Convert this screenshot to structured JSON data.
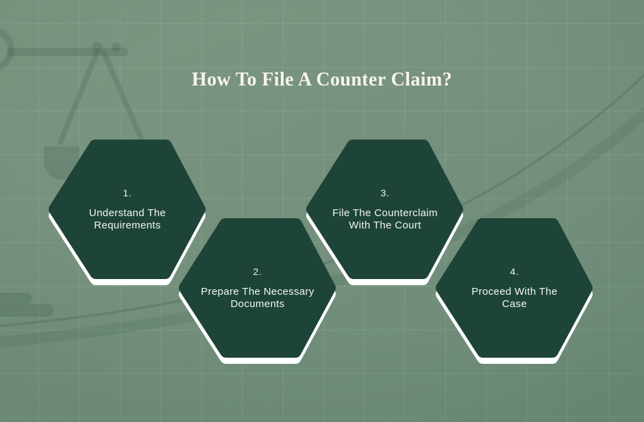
{
  "title": {
    "text": "How To File A Counter Claim?"
  },
  "steps": [
    {
      "number": "1.",
      "label": "Understand The Requirements",
      "lines": [
        "Understand The",
        "Requirements"
      ]
    },
    {
      "number": "2.",
      "label": "Prepare The Necessary Documents",
      "lines": [
        "Prepare The Necessary",
        "Documents"
      ]
    },
    {
      "number": "3.",
      "label": "File The Counterclaim With The Court",
      "lines": [
        "File The Counterclaim",
        "With The Court"
      ]
    },
    {
      "number": "4.",
      "label": "Proceed With The Case",
      "lines": [
        "Proceed With The",
        "Case"
      ]
    }
  ],
  "colors": {
    "background": "#75917E",
    "hexagon_fill": "#1E4438",
    "hexagon_outline": "#FFFFFF",
    "title_text": "#F8F4E9",
    "step_text": "#F2F6F3",
    "silhouette": "#6D8978"
  },
  "decorations": {
    "sparkle_icon": "four-point-star-sparkle",
    "background_motif": "scales-of-justice-silhouette",
    "curve_motif": "double-arc-swoosh",
    "grid_pattern": "faint-square-grid"
  }
}
